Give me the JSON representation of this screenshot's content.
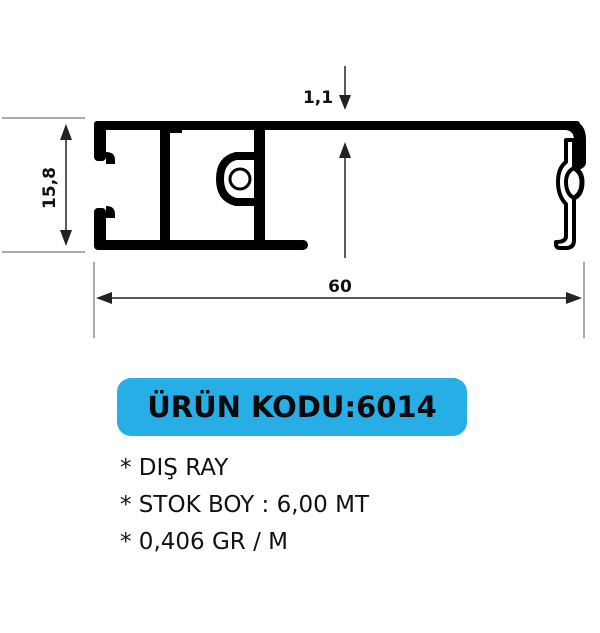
{
  "dimensions": {
    "thickness": "1,1",
    "height": "15,8",
    "width": "60"
  },
  "product": {
    "code_label": "ÜRÜN KODU:6014"
  },
  "specs": [
    "* DIŞ RAY",
    "* STOK BOY : 6,00 MT",
    "* 0,406 GR / M"
  ],
  "colors": {
    "badge": "#27aee6",
    "profile": "#000000"
  }
}
